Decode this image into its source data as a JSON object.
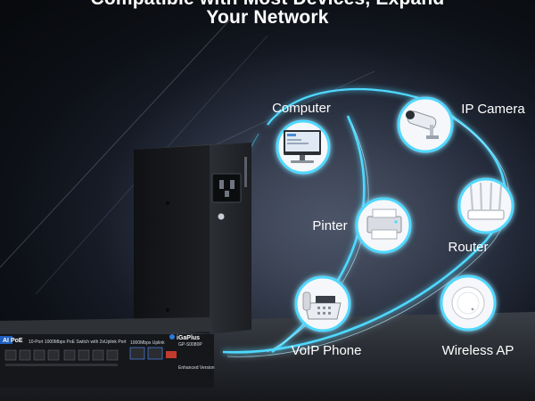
{
  "headline": {
    "line1": "Compatible with Most Devices, Expand",
    "line2": "Your Network"
  },
  "devices": {
    "computer": "Computer",
    "ip_camera": "IP Camera",
    "printer": "Pinter",
    "router": "Router",
    "voip_phone": "VoIP Phone",
    "wireless_ap": "Wireless AP"
  },
  "switch": {
    "badge": "AI PoE",
    "description": "10-Port 1000Mbps PoE Switch with 2xUplink Port",
    "uplink_label": "1000Mbps Uplink",
    "brand": "iGaPlus",
    "model": "GP-S0080P",
    "mode_label": "Enhanced Version"
  },
  "colors": {
    "glow": "#4fd8ff",
    "orbit": "#9fe6ff",
    "device_body": "#1a1c20",
    "headline": "#ffffff"
  }
}
